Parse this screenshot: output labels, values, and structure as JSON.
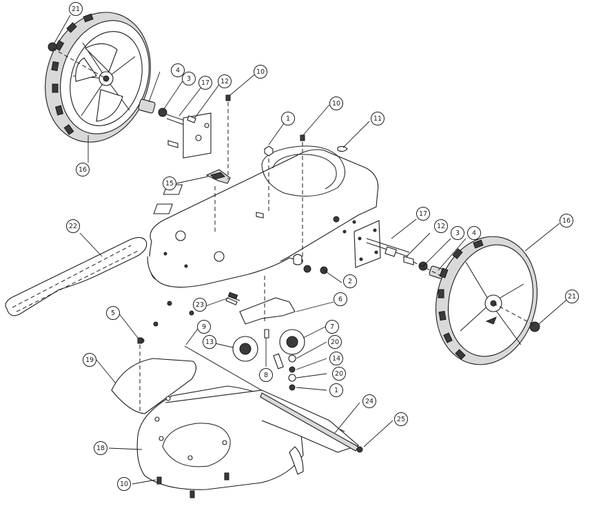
{
  "callouts": [
    {
      "id": "c21a",
      "label": "21"
    },
    {
      "id": "c4a",
      "label": "4"
    },
    {
      "id": "c3a",
      "label": "3"
    },
    {
      "id": "c17a",
      "label": "17"
    },
    {
      "id": "c12a",
      "label": "12"
    },
    {
      "id": "c10a",
      "label": "10"
    },
    {
      "id": "c10b",
      "label": "10"
    },
    {
      "id": "c1a",
      "label": "1"
    },
    {
      "id": "c11",
      "label": "11"
    },
    {
      "id": "c16a",
      "label": "16"
    },
    {
      "id": "c15",
      "label": "15"
    },
    {
      "id": "c22",
      "label": "22"
    },
    {
      "id": "c17b",
      "label": "17"
    },
    {
      "id": "c16b",
      "label": "16"
    },
    {
      "id": "c12b",
      "label": "12"
    },
    {
      "id": "c3b",
      "label": "3"
    },
    {
      "id": "c4b",
      "label": "4"
    },
    {
      "id": "c2",
      "label": "2"
    },
    {
      "id": "c21b",
      "label": "21"
    },
    {
      "id": "c6",
      "label": "6"
    },
    {
      "id": "c23",
      "label": "23"
    },
    {
      "id": "c5",
      "label": "5"
    },
    {
      "id": "c9",
      "label": "9"
    },
    {
      "id": "c7",
      "label": "7"
    },
    {
      "id": "c13",
      "label": "13"
    },
    {
      "id": "c20a",
      "label": "20"
    },
    {
      "id": "c14",
      "label": "14"
    },
    {
      "id": "c20b",
      "label": "20"
    },
    {
      "id": "c1b",
      "label": "1"
    },
    {
      "id": "c8",
      "label": "8"
    },
    {
      "id": "c19",
      "label": "19"
    },
    {
      "id": "c24",
      "label": "24"
    },
    {
      "id": "c25",
      "label": "25"
    },
    {
      "id": "c18",
      "label": "18"
    },
    {
      "id": "c10c",
      "label": "10"
    }
  ]
}
